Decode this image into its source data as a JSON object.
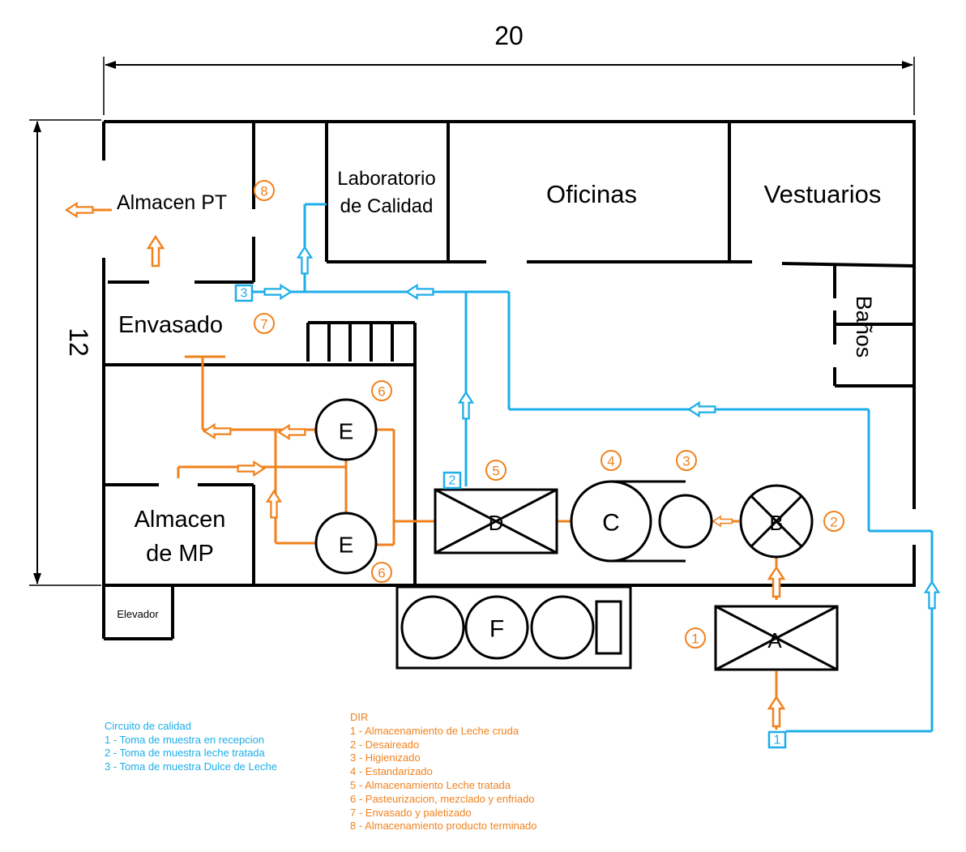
{
  "dimensions": {
    "width": "20",
    "height": "12"
  },
  "rooms": {
    "almacen_pt": "Almacen PT",
    "laboratorio_line1": "Laboratorio",
    "laboratorio_line2": "de Calidad",
    "oficinas": "Oficinas",
    "vestuarios": "Vestuarios",
    "banos": "Baños",
    "envasado": "Envasado",
    "almacen_mp_line1": "Almacen",
    "almacen_mp_line2": "de MP",
    "elevador": "Elevador"
  },
  "equipment": {
    "A": "A",
    "B": "B",
    "C": "C",
    "D": "D",
    "E1": "E",
    "E2": "E",
    "F": "F"
  },
  "step_numbers": {
    "s1": "1",
    "s2": "2",
    "s3": "3",
    "s4": "4",
    "s5": "5",
    "s6a": "6",
    "s6b": "6",
    "s7": "7",
    "s8": "8"
  },
  "quality_points": {
    "q1": "1",
    "q2": "2",
    "q3": "3"
  },
  "legend_quality": {
    "title": "Circuito de calidad",
    "items": [
      "1 - Toma de muestra en recepcion",
      "2 - Toma de muestra leche tratada",
      "3 - Toma de muestra Dulce de Leche"
    ]
  },
  "legend_dir": {
    "title": "DIR",
    "items": [
      "1 - Almacenamiento de Leche cruda",
      "2 - Desaireado",
      "3 - Higienizado",
      "4 - Estandarizado",
      "5 - Almacenamiento Leche tratada",
      "6 - Pasteurizacion, mezclado y enfriado",
      "7 - Envasado y paletizado",
      "8 - Almacenamiento producto terminado"
    ]
  },
  "colors": {
    "walls": "#000000",
    "process_flow": "#f0821e",
    "quality_flow": "#1eaee8"
  }
}
